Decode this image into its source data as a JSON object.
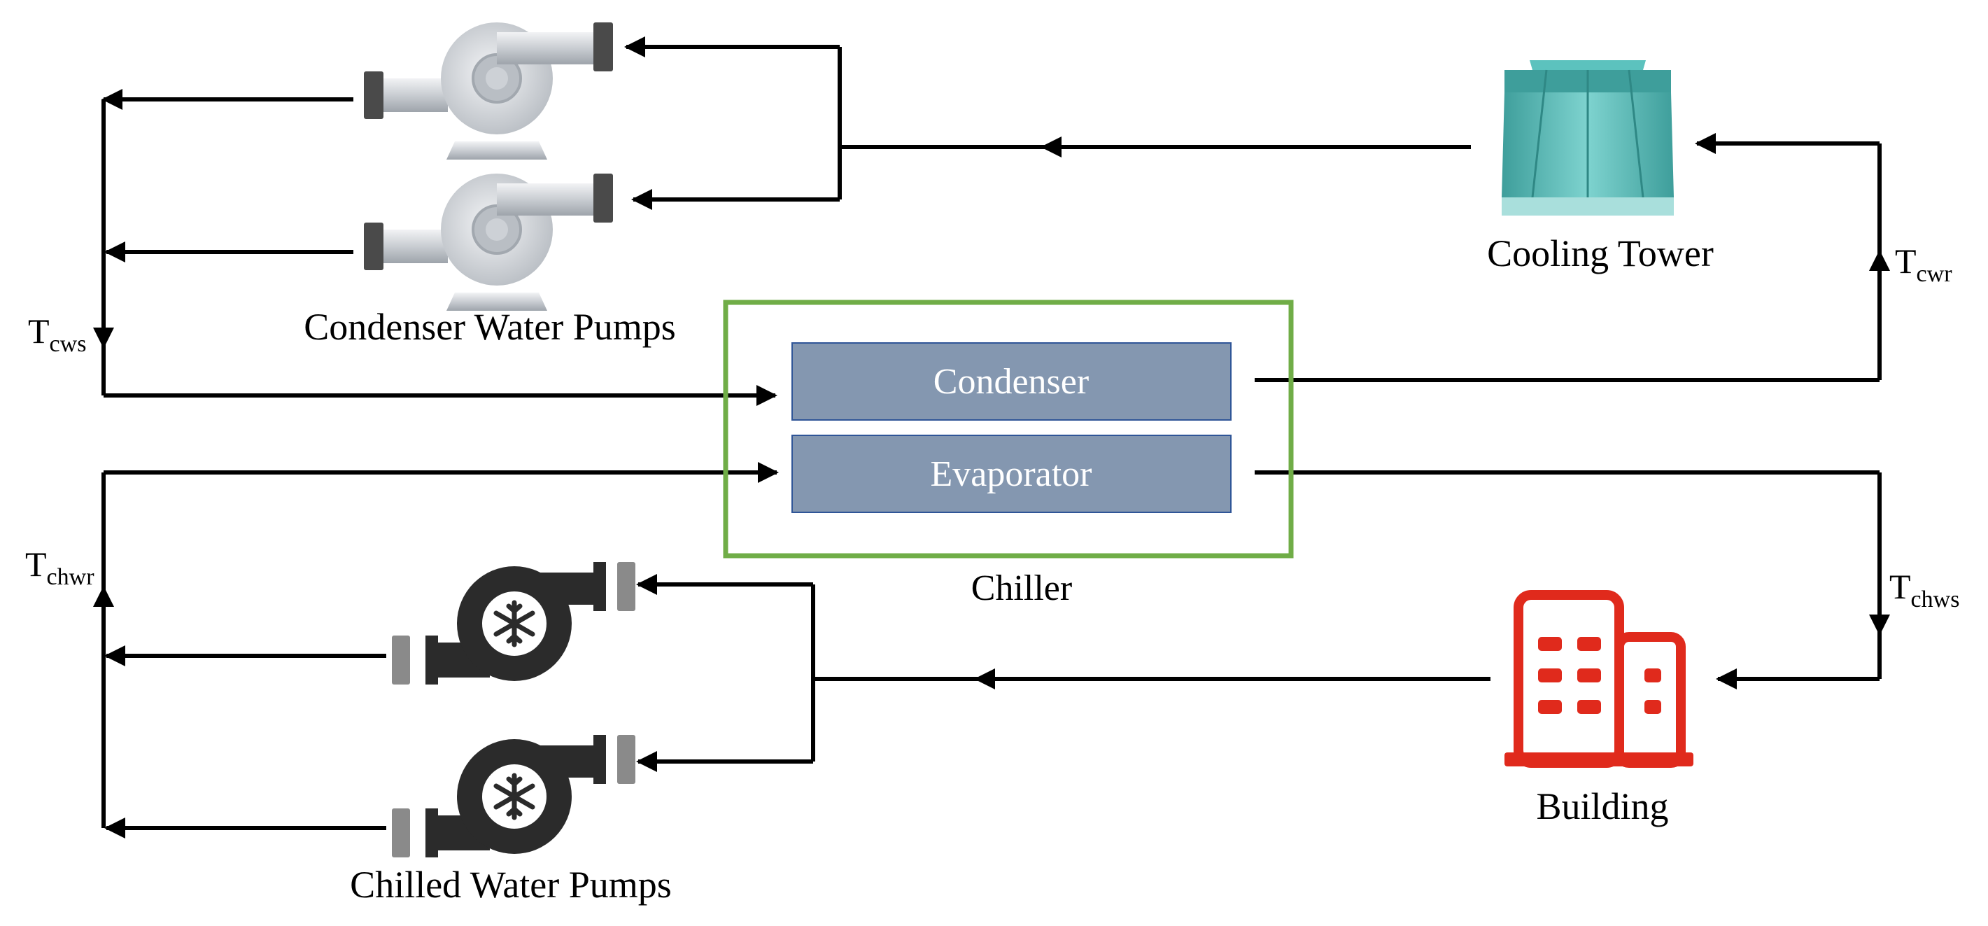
{
  "labels": {
    "condenser_pumps": "Condenser Water Pumps",
    "cooling_tower": "Cooling Tower",
    "condenser": "Condenser",
    "evaporator": "Evaporator",
    "chiller": "Chiller",
    "building": "Building",
    "chilled_pumps": "Chilled Water Pumps"
  },
  "temps": {
    "cws": {
      "main": "T",
      "sub": "cws"
    },
    "cwr": {
      "main": "T",
      "sub": "cwr"
    },
    "chwr": {
      "main": "T",
      "sub": "chwr"
    },
    "chws": {
      "main": "T",
      "sub": "chws"
    }
  },
  "colors": {
    "line": "#000000",
    "chiller_border": "#70AD47",
    "box_fill": "#8497B0",
    "box_border": "#2F5597",
    "building": "#E02A1C",
    "tower": "#4FB6B3",
    "pump_dark": "#2B2B2B",
    "pump_metal": "#C9CDD2"
  },
  "icons": [
    "centrifugal-pump-icon",
    "cooling-tower-icon",
    "building-icon",
    "chilled-water-pump-icon"
  ]
}
